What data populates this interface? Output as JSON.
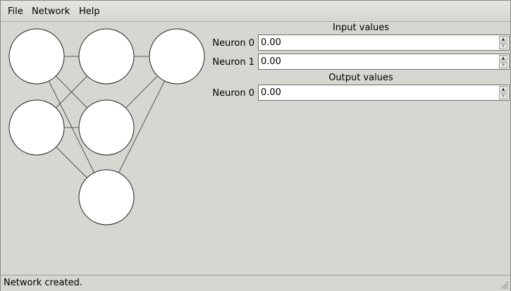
{
  "menu": {
    "file": "File",
    "network": "Network",
    "help": "Help"
  },
  "inputs": {
    "title": "Input values",
    "items": [
      {
        "label": "Neuron 0",
        "value": "0.00"
      },
      {
        "label": "Neuron 1",
        "value": "0.00"
      }
    ]
  },
  "outputs": {
    "title": "Output values",
    "items": [
      {
        "label": "Neuron 0",
        "value": "0.00"
      }
    ]
  },
  "status": {
    "text": "Network created."
  },
  "network": {
    "neuron_fill": "#ffffff",
    "neuron_stroke": "#222222",
    "link_color": "#333333"
  }
}
